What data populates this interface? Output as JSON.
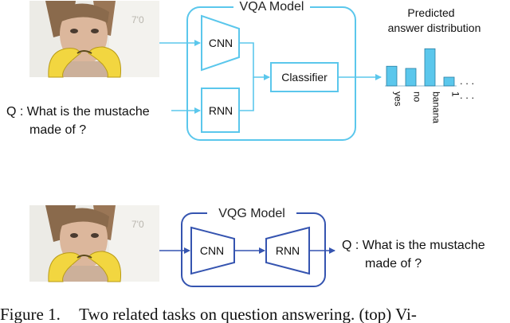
{
  "vqa": {
    "model_title": "VQA Model",
    "cnn_label": "CNN",
    "rnn_label": "RNN",
    "classifier_label": "Classifier",
    "question_line1": "Q : What is the mustache",
    "question_line2": "made of ?",
    "output_title_line1": "Predicted",
    "output_title_line2": "answer distribution",
    "accent_color": "#5bc7ec"
  },
  "vqg": {
    "model_title": "VQG Model",
    "cnn_label": "CNN",
    "rnn_label": "RNN",
    "question_line1": "Q : What is the mustache",
    "question_line2": "made of ?",
    "accent_color": "#3554b0"
  },
  "chart_data": {
    "type": "bar",
    "title": "Predicted answer distribution",
    "categories": [
      "yes",
      "no",
      "banana",
      "1"
    ],
    "values": [
      0.45,
      0.4,
      0.85,
      0.2
    ],
    "ellipsis": ". . .",
    "xlabel": "",
    "ylabel": "",
    "ylim": [
      0,
      1
    ],
    "color": "#5bc7ec"
  },
  "caption": {
    "label": "Figure 1.",
    "text": "Two related tasks on question answering. (top) Vi-"
  }
}
